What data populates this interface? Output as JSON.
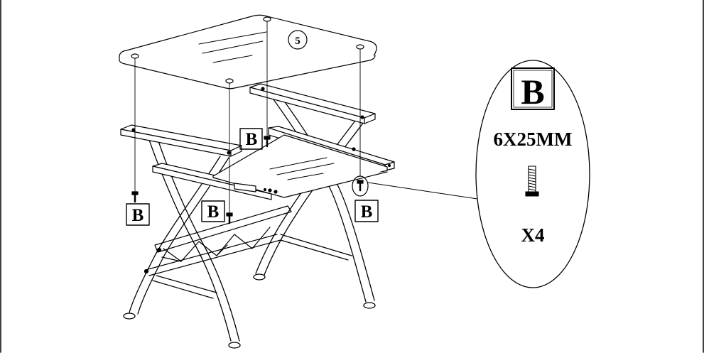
{
  "step": {
    "number": "5"
  },
  "screw_label": "B",
  "callout": {
    "letter": "B",
    "size": "6X25MM",
    "quantity": "X4"
  }
}
